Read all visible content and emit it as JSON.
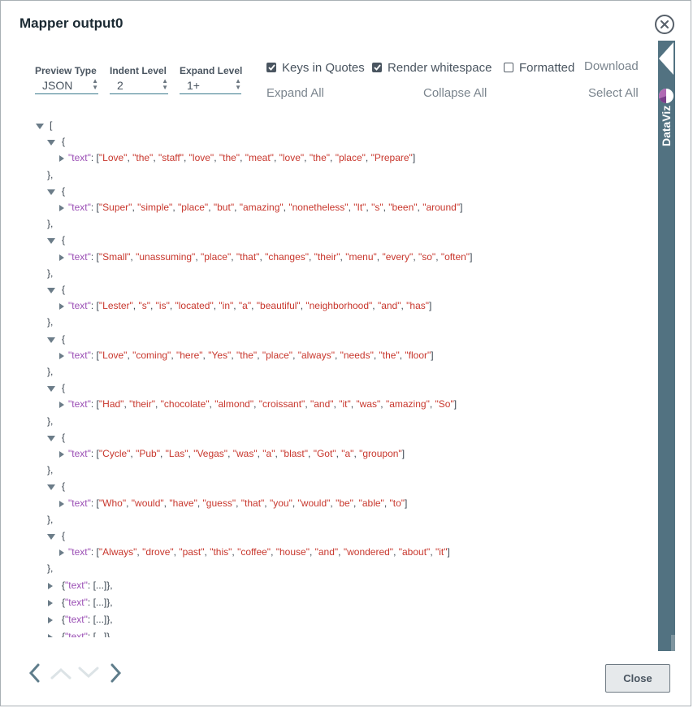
{
  "window": {
    "title": "Mapper output0"
  },
  "controls": {
    "preview_type": {
      "label": "Preview Type",
      "value": "JSON"
    },
    "indent_level": {
      "label": "Indent Level",
      "value": "2"
    },
    "expand_level": {
      "label": "Expand Level",
      "value": "1+"
    },
    "keys_in_quotes": {
      "label": "Keys in Quotes",
      "checked": true
    },
    "render_whitespace": {
      "label": "Render whitespace",
      "checked": true
    },
    "formatted": {
      "label": "Formatted",
      "checked": false
    },
    "download": "Download",
    "expand_all": "Expand All",
    "collapse_all": "Collapse All",
    "select_all": "Select All"
  },
  "tree": {
    "open_bracket": "[",
    "open_brace": "{",
    "close_brace": "},",
    "key": "\"text\"",
    "colon": ":",
    "records": [
      [
        "Love",
        "the",
        "staff",
        "love",
        "the",
        "meat",
        "love",
        "the",
        "place",
        "Prepare"
      ],
      [
        "Super",
        "simple",
        "place",
        "but",
        "amazing",
        "nonetheless",
        "It",
        "s",
        "been",
        "around"
      ],
      [
        "Small",
        "unassuming",
        "place",
        "that",
        "changes",
        "their",
        "menu",
        "every",
        "so",
        "often"
      ],
      [
        "Lester",
        "s",
        "is",
        "located",
        "in",
        "a",
        "beautiful",
        "neighborhood",
        "and",
        "has"
      ],
      [
        "Love",
        "coming",
        "here",
        "Yes",
        "the",
        "place",
        "always",
        "needs",
        "the",
        "floor"
      ],
      [
        "Had",
        "their",
        "chocolate",
        "almond",
        "croissant",
        "and",
        "it",
        "was",
        "amazing",
        "So"
      ],
      [
        "Cycle",
        "Pub",
        "Las",
        "Vegas",
        "was",
        "a",
        "blast",
        "Got",
        "a",
        "groupon"
      ],
      [
        "Who",
        "would",
        "have",
        "guess",
        "that",
        "you",
        "would",
        "be",
        "able",
        "to"
      ],
      [
        "Always",
        "drove",
        "past",
        "this",
        "coffee",
        "house",
        "and",
        "wondered",
        "about",
        "it"
      ]
    ],
    "collapsed_item": "{\"text\": [...]},",
    "collapsed_count": 4
  },
  "sidebar": {
    "label": "DataViz"
  },
  "footer": {
    "close_label": "Close"
  },
  "colors": {
    "accent": "#527281",
    "key": "#9b4fb5",
    "string": "#c8372d"
  }
}
